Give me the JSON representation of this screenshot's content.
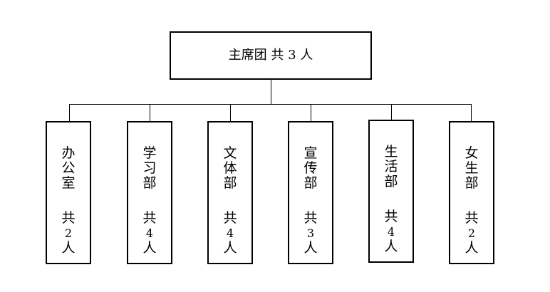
{
  "root": {
    "name": "主席团",
    "count_prefix": "共",
    "count": "3",
    "count_unit": "人"
  },
  "departments": [
    {
      "name": "办公室",
      "count_prefix": "共",
      "count": "2",
      "count_unit": "人"
    },
    {
      "name": "学习部",
      "count_prefix": "共",
      "count": "4",
      "count_unit": "人"
    },
    {
      "name": "文体部",
      "count_prefix": "共",
      "count": "4",
      "count_unit": "人"
    },
    {
      "name": "宣传部",
      "count_prefix": "共",
      "count": "3",
      "count_unit": "人"
    },
    {
      "name": "生活部",
      "count_prefix": "共",
      "count": "4",
      "count_unit": "人"
    },
    {
      "name": "女生部",
      "count_prefix": "共",
      "count": "2",
      "count_unit": "人"
    }
  ],
  "colors": {
    "line": "#000000",
    "box_border": "#000000",
    "background": "#ffffff"
  }
}
